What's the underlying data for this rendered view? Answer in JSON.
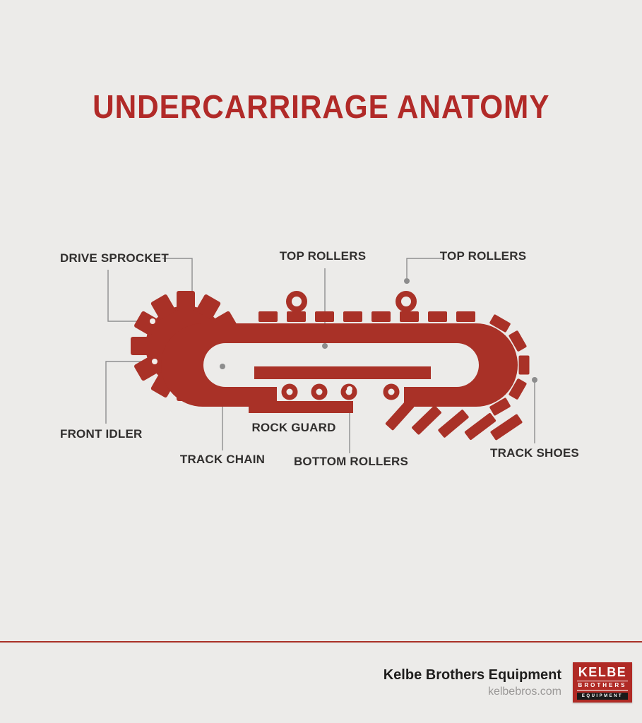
{
  "title": "UNDERCARRIRAGE ANATOMY",
  "diagram": {
    "labels": {
      "drive_sprocket": "DRIVE SPROCKET",
      "top_rollers_left": "TOP ROLLERS",
      "top_rollers_right": "TOP ROLLERS",
      "front_idler": "FRONT IDLER",
      "rock_guard": "ROCK GUARD",
      "track_chain": "TRACK CHAIN",
      "bottom_rollers": "BOTTOM ROLLERS",
      "track_shoes": "TRACK SHOES"
    }
  },
  "footer": {
    "company": "Kelbe Brothers Equipment",
    "website": "kelbebros.com",
    "logo": {
      "line1": "KELBE",
      "line2": "BROTHERS",
      "line3": "EQUIPMENT"
    }
  },
  "colors": {
    "accent_red": "#a93127",
    "title_red": "#b12a28",
    "background": "#ecebe9",
    "text_dark": "#312f2e",
    "leader_gray": "#8f8f8f"
  }
}
